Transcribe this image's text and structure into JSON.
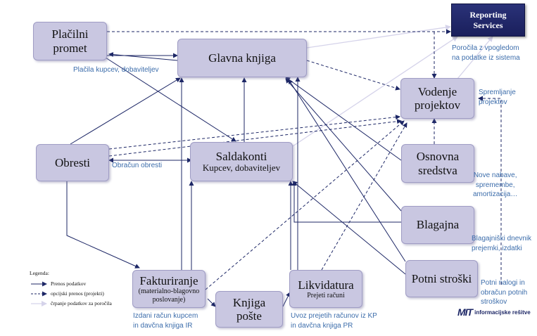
{
  "reporting": {
    "line1": "Reporting",
    "line2": "Services"
  },
  "nodes": {
    "placilni": {
      "line1": "Plačilni",
      "line2": "promet"
    },
    "glavna": {
      "label": "Glavna knjiga"
    },
    "vodenje": {
      "line1": "Vodenje",
      "line2": "projektov"
    },
    "obresti": {
      "label": "Obresti"
    },
    "saldakonti": {
      "line1": "Saldakonti",
      "line2": "Kupcev, dobaviteljev"
    },
    "osnovna": {
      "line1": "Osnovna",
      "line2": "sredstva"
    },
    "blagajna": {
      "label": "Blagajna"
    },
    "potni": {
      "label": "Potni stroški"
    },
    "fakturiranje": {
      "line1": "Fakturiranje",
      "line2": "(materialno-blagovno",
      "line3": "poslovanje)"
    },
    "knjiga_poste": {
      "line1": "Knjiga",
      "line2": "pošte"
    },
    "likvidatura": {
      "line1": "Likvidatura",
      "line2": "Prejeti računi"
    }
  },
  "notes": {
    "placila": "Plačila kupcev, dobaviteljev",
    "porocila": [
      "Poročila z vpogledom",
      "na podatke iz sistema"
    ],
    "spremljanje": [
      "Spremljanje",
      "projektov"
    ],
    "obracun_obresti": "Obračun obresti",
    "nove_nabave": [
      "Nove nabave,",
      "spremembe,",
      "amortizacija…"
    ],
    "blagajniski": [
      "Blagajniški dnevnik",
      "prejemki, izdatki"
    ],
    "potni_nalogi": [
      "Potni nalogi in",
      "obračun potnih",
      "stroškov"
    ],
    "izdani": [
      "Izdani račun kupcem",
      "in davčna knjiga IR"
    ],
    "uvoz": [
      "Uvoz prejetih računov iz KP",
      "in davčna knjiga PR"
    ]
  },
  "legend": {
    "title": "Legenda:",
    "items": [
      "Prenos podatkov",
      "opcijski prenos (projekti)",
      "črpanje podatkov za poročila"
    ]
  },
  "logo": {
    "mark": "MIT",
    "text": "informacijske rešitve"
  },
  "colors": {
    "box": "#c9c7e1",
    "arrow": "#1d2766",
    "reporting": "#1f2566",
    "note": "#3c6dab",
    "report_arrow": "#d5d3ea"
  }
}
